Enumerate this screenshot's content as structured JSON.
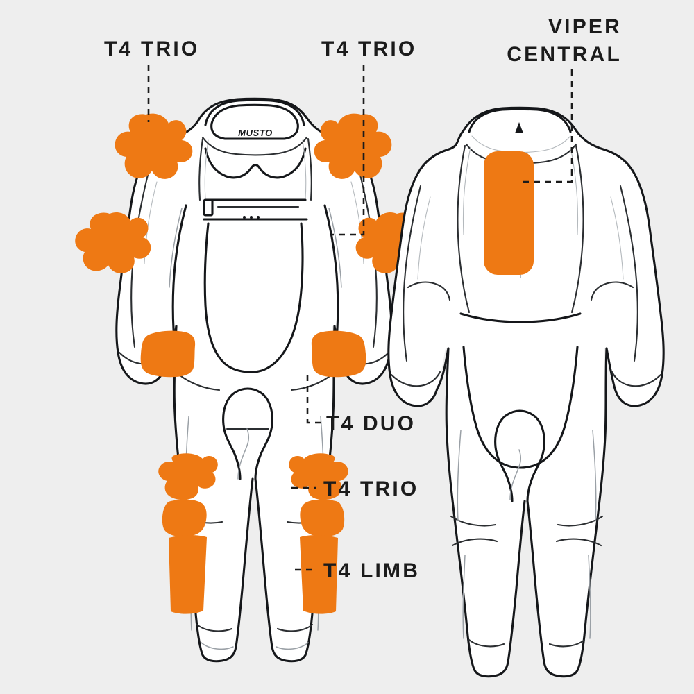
{
  "page": {
    "background_color": "#eeeeee",
    "accent_color": "#ee7914",
    "line_color": "#15171a",
    "suit_fill": "#ffffff",
    "brand": "MUSTO"
  },
  "views": [
    {
      "id": "front",
      "name": "front-view"
    },
    {
      "id": "back",
      "name": "back-view"
    }
  ],
  "labels": {
    "shoulder_trio": "T4 TRIO",
    "elbow_trio": "T4 TRIO",
    "viper_central_line1": "VIPER",
    "viper_central_line2": "CENTRAL",
    "hip_duo": "T4 DUO",
    "knee_trio": "T4 TRIO",
    "shin_limb": "T4 LIMB"
  },
  "pad_zones": [
    {
      "name": "shoulder-pad-left",
      "label": "T4 TRIO",
      "view": "front",
      "style": "trio",
      "color": "#ee7914"
    },
    {
      "name": "shoulder-pad-right",
      "label": "T4 TRIO",
      "view": "front",
      "style": "trio",
      "color": "#ee7914"
    },
    {
      "name": "elbow-pad-left",
      "label": "T4 TRIO",
      "view": "front",
      "style": "trio",
      "color": "#ee7914"
    },
    {
      "name": "elbow-pad-right",
      "label": "T4 TRIO",
      "view": "front",
      "style": "trio",
      "color": "#ee7914"
    },
    {
      "name": "hip-pad-left",
      "label": "T4 DUO",
      "view": "front",
      "style": "duo",
      "color": "#ee7914"
    },
    {
      "name": "hip-pad-right",
      "label": "T4 DUO",
      "view": "front",
      "style": "duo",
      "color": "#ee7914"
    },
    {
      "name": "knee-pad-left",
      "label": "T4 TRIO",
      "view": "front",
      "style": "trio",
      "color": "#ee7914"
    },
    {
      "name": "knee-pad-right",
      "label": "T4 TRIO",
      "view": "front",
      "style": "trio",
      "color": "#ee7914"
    },
    {
      "name": "shin-pad-left",
      "label": "T4 LIMB",
      "view": "front",
      "style": "limb",
      "color": "#ee7914"
    },
    {
      "name": "shin-pad-right",
      "label": "T4 LIMB",
      "view": "front",
      "style": "limb",
      "color": "#ee7914"
    },
    {
      "name": "spine-pad",
      "label": "VIPER CENTRAL",
      "view": "back",
      "style": "panel",
      "color": "#ee7914"
    }
  ]
}
